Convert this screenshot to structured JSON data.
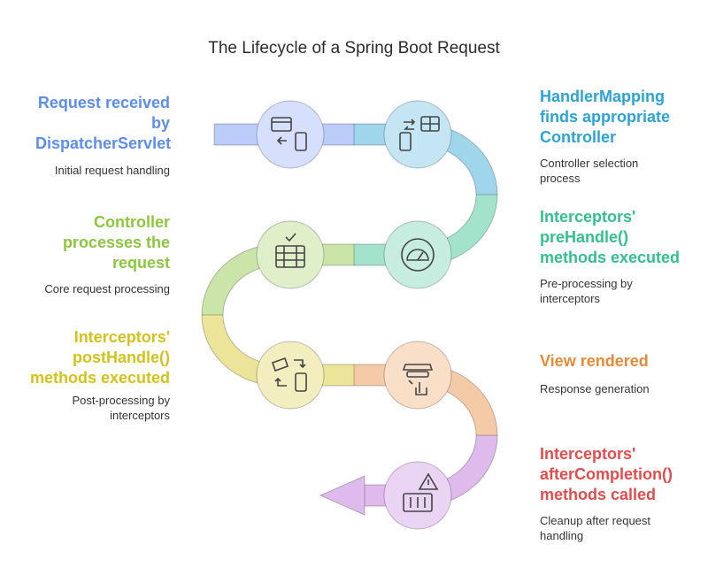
{
  "title": "The Lifecycle of a Spring Boot Request",
  "steps": [
    {
      "heading": "Request received by DispatcherServlet",
      "desc": "Initial request handling",
      "color": "#5b8def",
      "icon": "card-phone-icon"
    },
    {
      "heading": "HandlerMapping finds appropriate Controller",
      "desc": "Controller selection process",
      "color": "#2ba3d4",
      "icon": "phone-grid-icon"
    },
    {
      "heading": "Interceptors' preHandle() methods executed",
      "desc": "Pre-processing by interceptors",
      "color": "#33c08e",
      "icon": "gauge-icon"
    },
    {
      "heading": "Controller processes the request",
      "desc": "Core request processing",
      "color": "#8cc63f",
      "icon": "server-check-icon"
    },
    {
      "heading": "Interceptors' postHandle() methods executed",
      "desc": "Post-processing by interceptors",
      "color": "#d4c21c",
      "icon": "exchange-icon"
    },
    {
      "heading": "View rendered",
      "desc": "Response generation",
      "color": "#e8893a",
      "icon": "spy-icon"
    },
    {
      "heading": "Interceptors' afterCompletion() methods called",
      "desc": "Cleanup after request handling",
      "color": "#e24c4c",
      "icon": "warning-box-icon"
    }
  ],
  "path_segment_colors": [
    "#6b8ef0",
    "#2ba3d4",
    "#33c08e",
    "#8cc63f",
    "#d4c21c",
    "#e8893a",
    "#b566d6"
  ]
}
